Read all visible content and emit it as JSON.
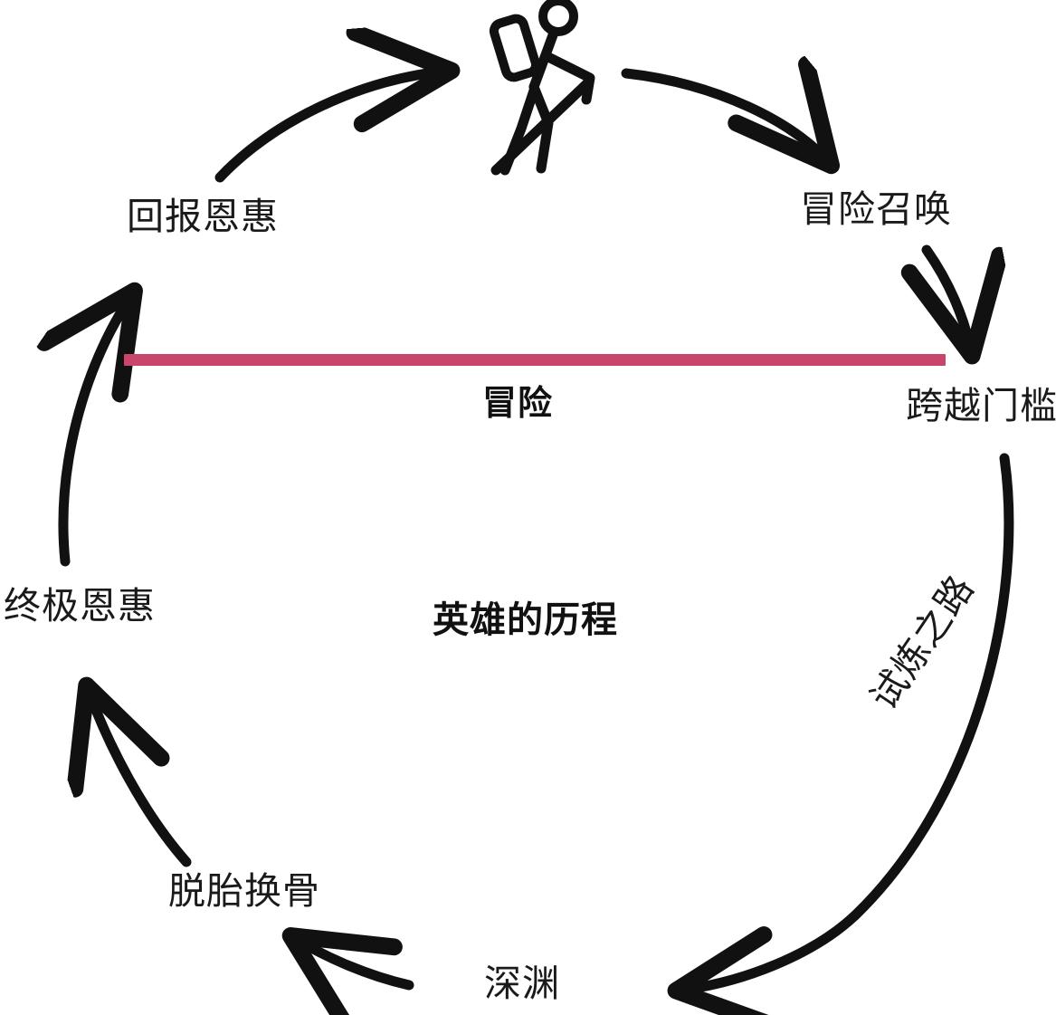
{
  "diagram": {
    "title": "英雄的历程",
    "band": {
      "label": "冒险",
      "line_color": "#C8456B"
    },
    "icon": {
      "name": "hiker-icon",
      "description": "hiker-with-backpack-and-walking-stick"
    },
    "stages": [
      {
        "id": "call-to-adventure",
        "label": "冒险召唤"
      },
      {
        "id": "crossing-threshold",
        "label": "跨越门槛"
      },
      {
        "id": "road-of-trials",
        "label": "试炼之路"
      },
      {
        "id": "abyss",
        "label": "深渊"
      },
      {
        "id": "transformation",
        "label": "脱胎换骨"
      },
      {
        "id": "ultimate-boon",
        "label": "终极恩惠"
      },
      {
        "id": "return-with-boon",
        "label": "回报恩惠"
      }
    ],
    "colors": {
      "stroke": "#111111",
      "text": "#1a1a1a",
      "accent": "#C8456B",
      "background": "#ffffff"
    }
  }
}
